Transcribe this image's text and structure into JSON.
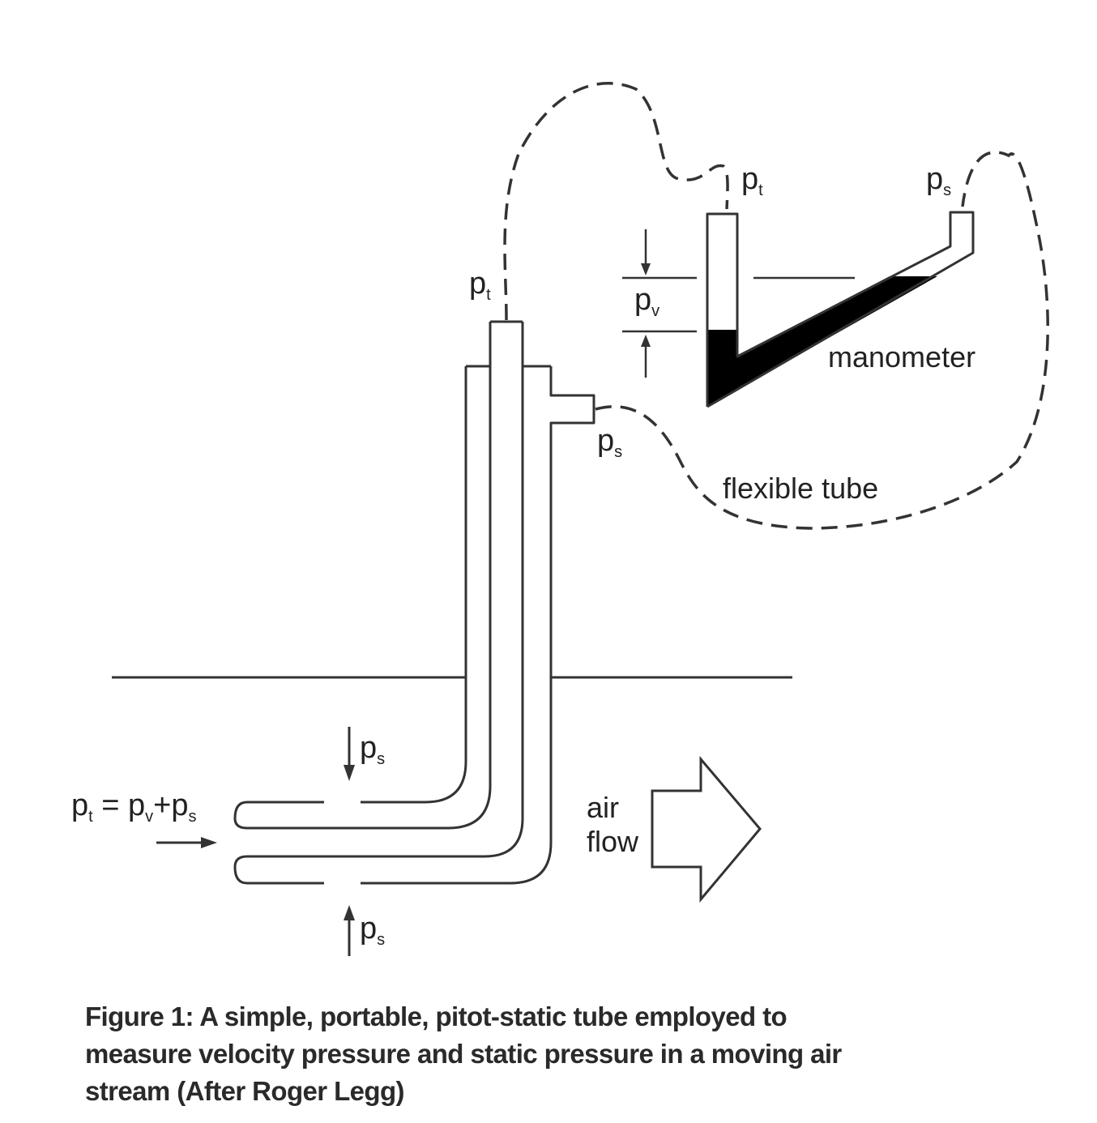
{
  "labels": {
    "pt_main": "p",
    "pt_main_sub": "t",
    "pt_manometer": "p",
    "pt_manometer_sub": "t",
    "ps_manometer": "p",
    "ps_manometer_sub": "s",
    "pv": "p",
    "pv_sub": "v",
    "ps_side": "p",
    "ps_side_sub": "s",
    "ps_top": "p",
    "ps_top_sub": "s",
    "ps_bottom": "p",
    "ps_bottom_sub": "s",
    "manometer": "manometer",
    "flexible_tube": "flexible tube",
    "air": "air",
    "flow": "flow"
  },
  "equation": {
    "p1": "p",
    "p1_sub": "t",
    "eq": " = ",
    "p2": "p",
    "p2_sub": "v",
    "plus": "+",
    "p3": "p",
    "p3_sub": "s"
  },
  "caption": "Figure 1: A simple, portable, pitot-static tube employed to measure velocity pressure and static pressure in a moving air stream (After Roger Legg)",
  "colors": {
    "ink": "#222222",
    "fluid": "#000000",
    "background": "#ffffff"
  }
}
